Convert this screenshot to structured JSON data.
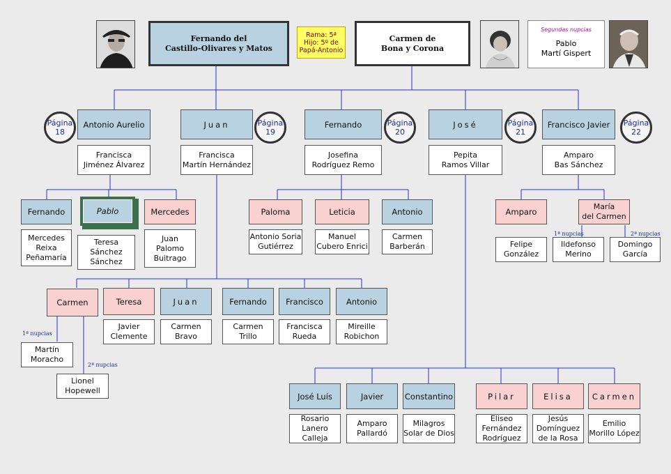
{
  "root": {
    "husband": "Fernando del\nCastillo-Olivares y Matos",
    "wife": "Carmen de\nBona y Corona",
    "rama": "Rama: 5ª\nHijo: 5º de\nPapá-Antonio",
    "second_marriage_label": "Segundas nupcias",
    "second_spouse": "Pablo\nMartí Gispert"
  },
  "page_label": "Página",
  "page_numbers": [
    "18",
    "19",
    "20",
    "21",
    "22"
  ],
  "children": [
    {
      "name": "Antonio Aurelio",
      "spouse": "Francisca\nJiménez Álvarez"
    },
    {
      "name": "Juan",
      "spouse": "Francisca\nMartín Hernández"
    },
    {
      "name": "Fernando",
      "spouse": "Josefina\nRodríguez Remo"
    },
    {
      "name": "José",
      "spouse": "Pepita\nRamos Villar"
    },
    {
      "name": "Francisco Javier",
      "spouse": "Amparo\nBas Sánchez"
    }
  ],
  "grandchildren": {
    "antonio_aurelio": [
      {
        "name": "Fernando",
        "spouse": "Mercedes\nReixa\nPeñamaría"
      },
      {
        "name": "Pablo",
        "spouse": "Teresa\nSánchez\nSánchez"
      },
      {
        "name": "Mercedes",
        "spouse": "Juan\nPalomo\nBuitrago"
      }
    ],
    "fernando": [
      {
        "name": "Paloma",
        "spouse": "Antonio Soria\nGutiérrez"
      },
      {
        "name": "Leticia",
        "spouse": "Manuel\nCubero Enrici"
      },
      {
        "name": "Antonio",
        "spouse": "Carmen\nBarberán"
      }
    ],
    "francisco_javier": [
      {
        "name": "Amparo",
        "spouse": "Felipe\nGonzález"
      },
      {
        "name": "María\ndel Carmen",
        "spouse1": "Ildefonso\nMerino",
        "spouse2": "Domingo\nGarcía"
      }
    ],
    "juan": [
      {
        "name": "Carmen",
        "spouse1": "Martín\nMoracho",
        "spouse2": "Lionel\nHopewell"
      },
      {
        "name": "Teresa",
        "spouse": "Javier\nClemente"
      },
      {
        "name": "Juan",
        "spouse": "Carmen\nBravo"
      },
      {
        "name": "Fernando",
        "spouse": "Carmen\nTrillo"
      },
      {
        "name": "Francisco",
        "spouse": "Francisca\nRueda"
      },
      {
        "name": "Antonio",
        "spouse": "Mireille\nRobichon"
      }
    ],
    "jose": [
      {
        "name": "José Luís",
        "spouse": "Rosario\nLanero\nCalleja"
      },
      {
        "name": "Javier",
        "spouse": "Amparo\nPallardó"
      },
      {
        "name": "Constantino",
        "spouse": "Milagros\nSolar de Dios"
      },
      {
        "name": "Pilar",
        "spouse": "Eliseo\nFernández\nRodríguez"
      },
      {
        "name": "Elisa",
        "spouse": "Jesús\nDomínguez\nde la Rosa"
      },
      {
        "name": "Carmen",
        "spouse": "Emilio\nMorillo López"
      }
    ]
  },
  "nupcias": {
    "first": "1ª nupcias",
    "second": "2ª nupcias"
  },
  "colors": {
    "line": "#2a2ad0",
    "male": "#b9d2e1",
    "female": "#fad1d1",
    "page_text": "#1b2f9e"
  }
}
